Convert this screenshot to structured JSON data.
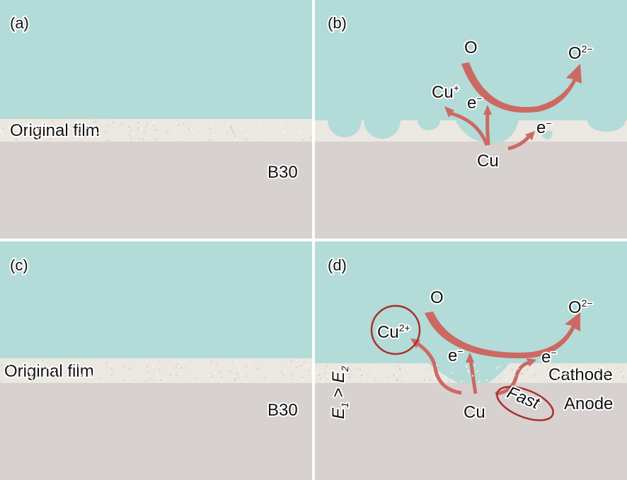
{
  "colors": {
    "solution": "#b3dbd8",
    "film": "#ebe7e1",
    "metal": "#d7d1cf",
    "arrow": "#cc6963",
    "circle": "#a8302e",
    "divider": "#ffffff"
  },
  "panels": {
    "a": {
      "label": "(a)",
      "film": "Original film",
      "metal": "B30"
    },
    "b": {
      "label": "(b)",
      "o": "O",
      "o2": "O",
      "o2_sup": "2−",
      "cu_ion": "Cu",
      "cu_ion_sup": "+",
      "e1": "e",
      "e1_sup": "−",
      "e2": "e",
      "e2_sup": "−",
      "cu": "Cu"
    },
    "c": {
      "label": "(c)",
      "film": "Original film",
      "metal": "B30"
    },
    "d": {
      "label": "(d)",
      "o": "O",
      "o2": "O",
      "o2_sup": "2−",
      "cu_ion": "Cu",
      "cu_ion_sup": "2+",
      "e1": "e",
      "e1_sup": "−",
      "e2": "e",
      "e2_sup": "−",
      "cu": "Cu",
      "cathode": "Cathode",
      "anode": "Anode",
      "fast": "Fast",
      "potential_e1": "E",
      "potential_e1_sub": "1",
      "potential_gt": " > ",
      "potential_e2": "E",
      "potential_e2_sub": "2"
    }
  }
}
